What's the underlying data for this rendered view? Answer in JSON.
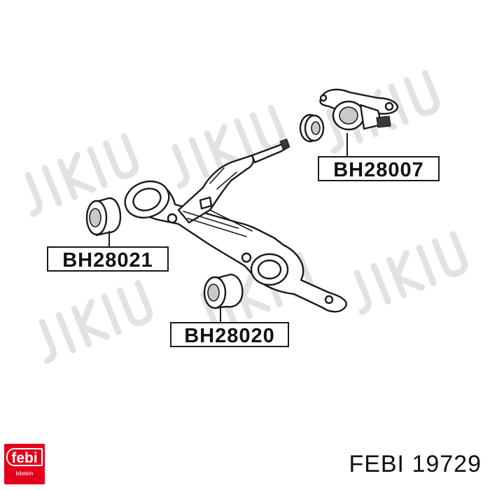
{
  "callouts": [
    {
      "id": "upper",
      "label": "BH28007"
    },
    {
      "id": "left",
      "label": "BH28021"
    },
    {
      "id": "lower",
      "label": "BH28020"
    }
  ],
  "logo": {
    "word": "febi",
    "sub": "bilstein",
    "color": "#e2001a"
  },
  "footer": {
    "brand_part": "FEBI 19729"
  },
  "watermark": {
    "word": "JIKIU"
  }
}
